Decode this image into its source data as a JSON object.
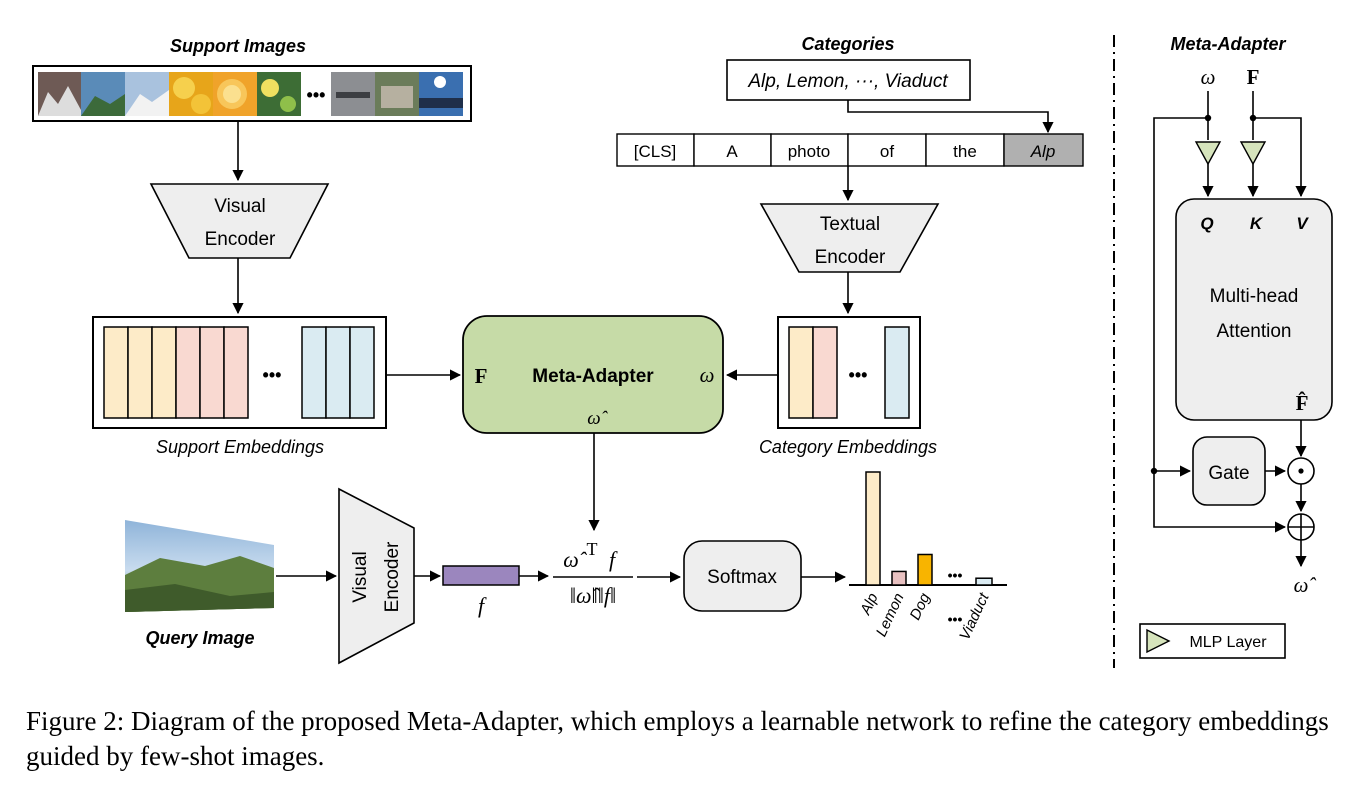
{
  "colors": {
    "meta_adapter_fill": "#c6dba7",
    "box_fill": "#eeeeee",
    "peach": "#fdebc8",
    "pink": "#f9d9d1",
    "light_blue": "#daebf2",
    "token_dark": "#b0b0b0",
    "purple": "#9b86be",
    "mlp_fill": "#d6e4bc",
    "bar_peach": "#fdebc8",
    "bar_pink": "#e8c1c1",
    "bar_gold": "#f8b400",
    "bar_blue": "#daebf2"
  },
  "support": {
    "title": "Support Images",
    "ellipsis": "•••",
    "embeddings_label": "Support Embeddings"
  },
  "visual_encoder": {
    "line1": "Visual",
    "line2": "Encoder"
  },
  "categories": {
    "title": "Categories",
    "list": "Alp, Lemon, ···, Viaduct"
  },
  "prompt_tokens": [
    "[CLS]",
    "A",
    "photo",
    "of",
    "the",
    "Alp"
  ],
  "textual_encoder": {
    "line1": "Textual",
    "line2": "Encoder"
  },
  "category_embeddings_label": "Category Embeddings",
  "meta_adapter_box": {
    "label": "Meta-Adapter",
    "input_F": "F",
    "input_omega": "ω",
    "output_omega_hat": "ω̂"
  },
  "query": {
    "label": "Query Image",
    "encoder_line1": "Visual",
    "encoder_line2": "Encoder",
    "feature": "f"
  },
  "similarity": {
    "numerator": "ω̂",
    "superscript": "T",
    "numerator_f": "f",
    "denominator": "‖ω̂‖‖f‖"
  },
  "softmax_label": "Softmax",
  "result_bars": [
    {
      "label": "Alp",
      "value": 1.0
    },
    {
      "label": "Lemon",
      "value": 0.12
    },
    {
      "label": "Dog",
      "value": 0.27
    },
    {
      "label": "Viaduct",
      "value": 0.06
    }
  ],
  "result_ellipsis": "•••",
  "right_panel": {
    "title": "Meta-Adapter",
    "omega": "ω",
    "F": "F",
    "Q": "Q",
    "K": "K",
    "V": "V",
    "attention_line1": "Multi-head",
    "attention_line2": "Attention",
    "F_hat": "F̂",
    "gate": "Gate",
    "odot": "⊙",
    "oplus": "⊕",
    "omega_hat": "ω̂"
  },
  "legend": {
    "mlp_label": "MLP Layer"
  },
  "caption": "Figure 2: Diagram of the proposed Meta-Adapter, which employs a learnable network to refine the category embeddings guided by few-shot images."
}
